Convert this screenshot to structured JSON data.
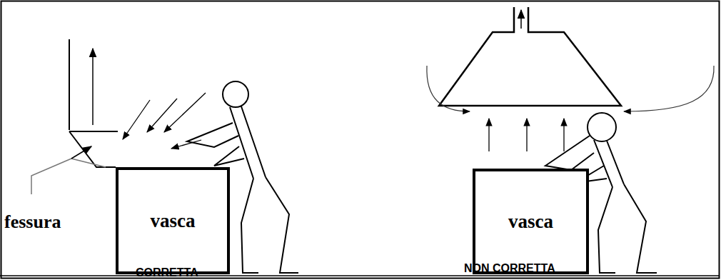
{
  "diagram": {
    "nodes": [
      {
        "text": [
          "vasca"
        ]
      },
      {
        "text": [
          "vasca"
        ]
      }
    ],
    "labels": [
      "fessura",
      "CORRETTA",
      "NON CORRETTA"
    ]
  }
}
